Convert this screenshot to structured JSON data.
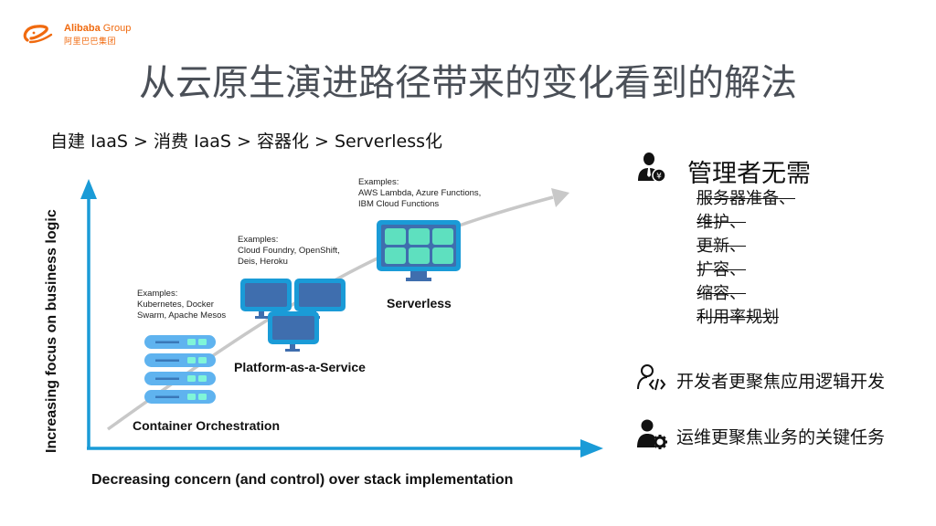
{
  "logo": {
    "brand_en": "Alibaba",
    "brand_en_suffix": " Group",
    "brand_cn": "阿里巴巴集团",
    "color": "#f06a0f"
  },
  "title": "从云原生演进路径带来的变化看到的解法",
  "subtitle": "自建 IaaS > 消费 IaaS > 容器化 > Serverless化",
  "diagram": {
    "y_axis_label": "Increasing focus on business logic",
    "x_axis_label": "Decreasing concern (and control) over stack implementation",
    "axis_color": "#1a9bd7",
    "trend_color": "#c8c8c8",
    "stages": [
      {
        "name": "Container Orchestration",
        "examples_title": "Examples:",
        "examples_lines": [
          "Kubernetes, Docker",
          "Swarm, Apache Mesos"
        ],
        "icon": "server-stack-icon"
      },
      {
        "name": "Platform-as-a-Service",
        "examples_title": "Examples:",
        "examples_lines": [
          "Cloud Foundry, OpenShift,",
          "Deis, Heroku"
        ],
        "icon": "monitors-icon"
      },
      {
        "name": "Serverless",
        "examples_title": "Examples:",
        "examples_lines": [
          "AWS Lambda, Azure Functions,",
          "IBM Cloud Functions"
        ],
        "icon": "function-grid-monitor-icon"
      }
    ]
  },
  "right_panel": {
    "manager": {
      "icon": "manager-money-icon",
      "title": "管理者无需",
      "struck_items": [
        "服务器准备、",
        "维护、",
        "更新、",
        "扩容、",
        "缩容、",
        "利用率规划"
      ]
    },
    "developer": {
      "icon": "developer-code-icon",
      "text": "开发者更聚焦应用逻辑开发"
    },
    "ops": {
      "icon": "ops-gear-icon",
      "text": "运维更聚焦业务的关键任务"
    }
  }
}
